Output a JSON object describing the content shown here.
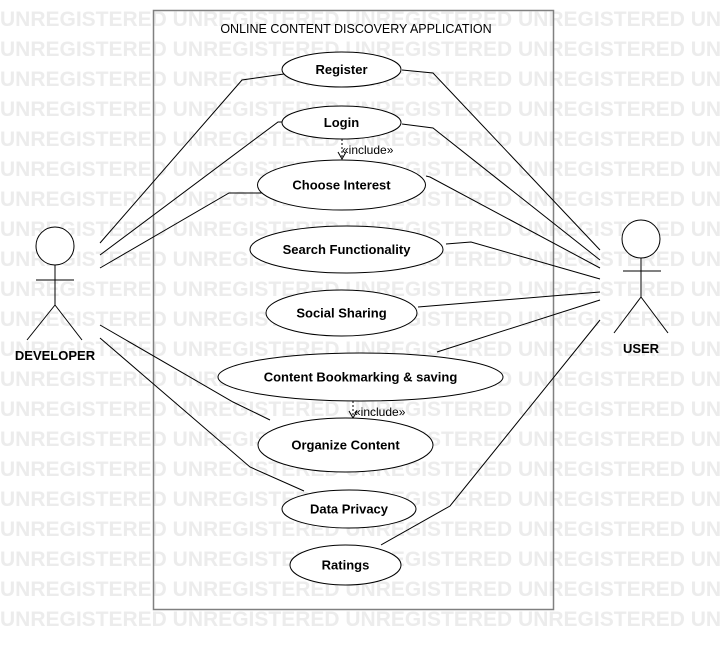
{
  "watermark_text": "UNREGISTERED",
  "system": {
    "title": "ONLINE CONTENT DISCOVERY APPLICATION"
  },
  "actors": {
    "developer": "DEVELOPER",
    "user": "USER"
  },
  "use_cases": {
    "register": "Register",
    "login": "Login",
    "choose_interest": "Choose Interest",
    "search": "Search Functionality",
    "social_sharing": "Social Sharing",
    "bookmarking": "Content Bookmarking & saving",
    "organize": "Organize Content",
    "data_privacy": "Data Privacy",
    "ratings": "Ratings"
  },
  "relationships": {
    "include_1": "«include»",
    "include_2": "«include»"
  }
}
